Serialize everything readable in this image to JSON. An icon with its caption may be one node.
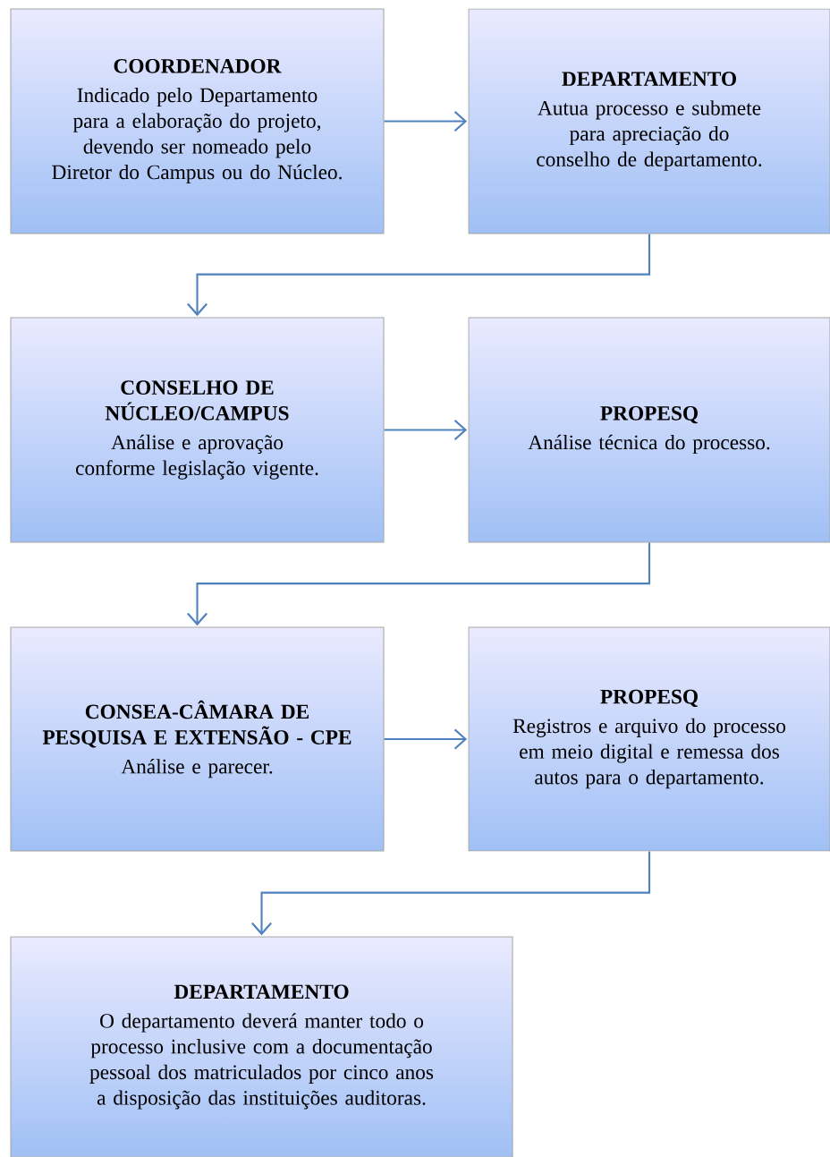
{
  "diagram": {
    "nodes": [
      {
        "text": [
          "COORDENADOR",
          "Indicado pelo Departamento para a elaboração do projeto, devendo ser nomeado pelo Diretor do Campus ou do Núcleo."
        ]
      },
      {
        "text": [
          "DEPARTAMENTO",
          "Autua  processo e submete para apreciação do conselho de departamento."
        ]
      },
      {
        "text": [
          "CONSELHO DE NÚCLEO/CAMPUS",
          "Análise e aprovação conforme legislação vigente."
        ]
      },
      {
        "text": [
          "PROPESQ",
          "Análise técnica do processo."
        ]
      },
      {
        "text": [
          "CONSEA-CÂMARA DE PESQUISA E EXTENSÃO - CPE",
          "Análise e parecer."
        ]
      },
      {
        "text": [
          "PROPESQ",
          "Registros e arquivo do processo em meio digital e remessa dos autos para o departamento."
        ]
      },
      {
        "text": [
          "DEPARTAMENTO",
          "O departamento deverá manter todo o processo inclusive com a documentação pessoal dos matriculados por cinco anos  a disposição das instituições auditoras."
        ]
      }
    ],
    "edges": [
      {
        "from": 0,
        "to": 1,
        "arrow": "to"
      },
      {
        "from": 1,
        "to": 2,
        "arrow": "to"
      },
      {
        "from": 2,
        "to": 3,
        "arrow": "to"
      },
      {
        "from": 3,
        "to": 4,
        "arrow": "to"
      },
      {
        "from": 4,
        "to": 5,
        "arrow": "to"
      },
      {
        "from": 5,
        "to": 6,
        "arrow": "to"
      }
    ]
  }
}
